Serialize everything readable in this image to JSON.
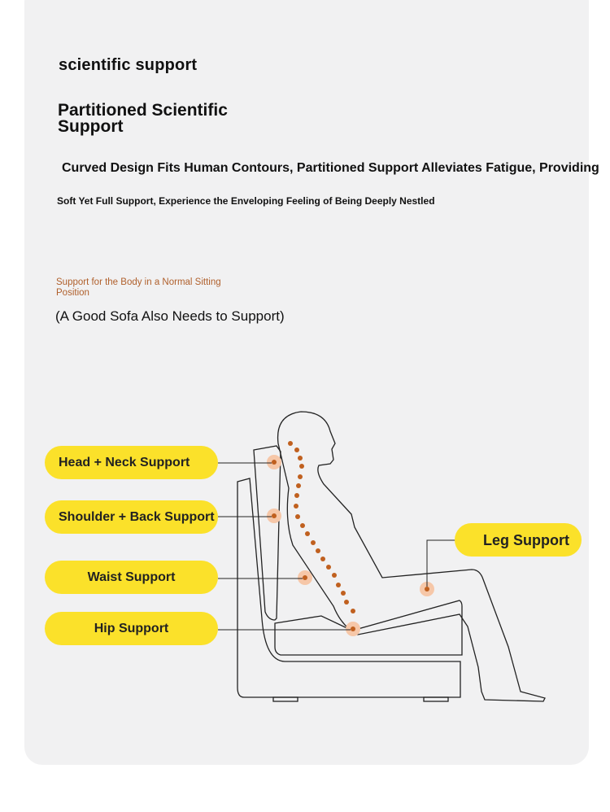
{
  "tagline": "scientific support",
  "title": "Partitioned Scientific Support",
  "subtitle_line1": "Curved Design Fits Human Contours, Partitioned Support Alleviates Fatigue, Providing",
  "subtitle_line2": "Soft Yet Full Support, Experience the Enveloping Feeling of Being Deeply Nestled",
  "caption": "Support for the Body in a Normal Sitting Position",
  "caption_sub": "(A Good Sofa Also Needs to Support)",
  "labels": {
    "head": "Head + Neck Support",
    "shoulder": "Shoulder + Back Support",
    "waist": "Waist Support",
    "hip": "Hip Support",
    "leg": "Leg Support"
  },
  "colors": {
    "accent": "#fbe12a",
    "dot": "#c0601f",
    "caption": "#b0602c"
  }
}
